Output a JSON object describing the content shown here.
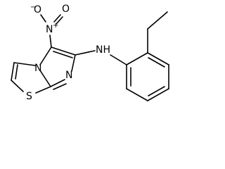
{
  "molecule": {
    "atoms": {
      "nitro_oxygen_charged": "O",
      "nitro_oxygen_charge": "−",
      "nitro_nitrogen": "N",
      "nitro_nitrogen_charge": "+",
      "nitro_oxygen_double": "O",
      "ring_nitrogen_bridgehead": "N",
      "ring_nitrogen_imine": "N",
      "sulfur": "S",
      "amine": "NH"
    },
    "colors": {
      "bond": "#000000",
      "label": "#000000",
      "background": "#ffffff"
    }
  }
}
